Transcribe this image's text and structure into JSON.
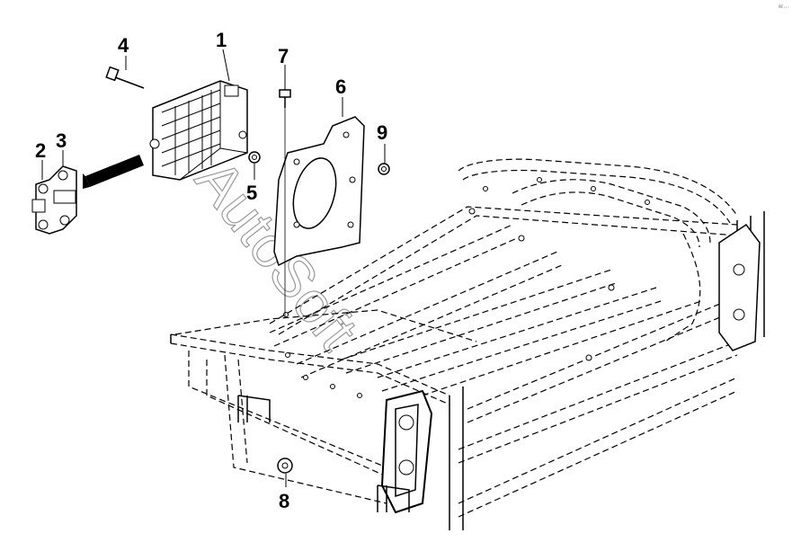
{
  "corner_mark": "ᵃᶜ···",
  "watermark": "AutoSoft",
  "labels": [
    {
      "id": "1",
      "text": "1"
    },
    {
      "id": "2",
      "text": "2"
    },
    {
      "id": "3",
      "text": "3"
    },
    {
      "id": "4",
      "text": "4"
    },
    {
      "id": "5",
      "text": "5"
    },
    {
      "id": "6",
      "text": "6"
    },
    {
      "id": "7",
      "text": "7"
    },
    {
      "id": "8",
      "text": "8"
    },
    {
      "id": "9",
      "text": "9"
    }
  ]
}
